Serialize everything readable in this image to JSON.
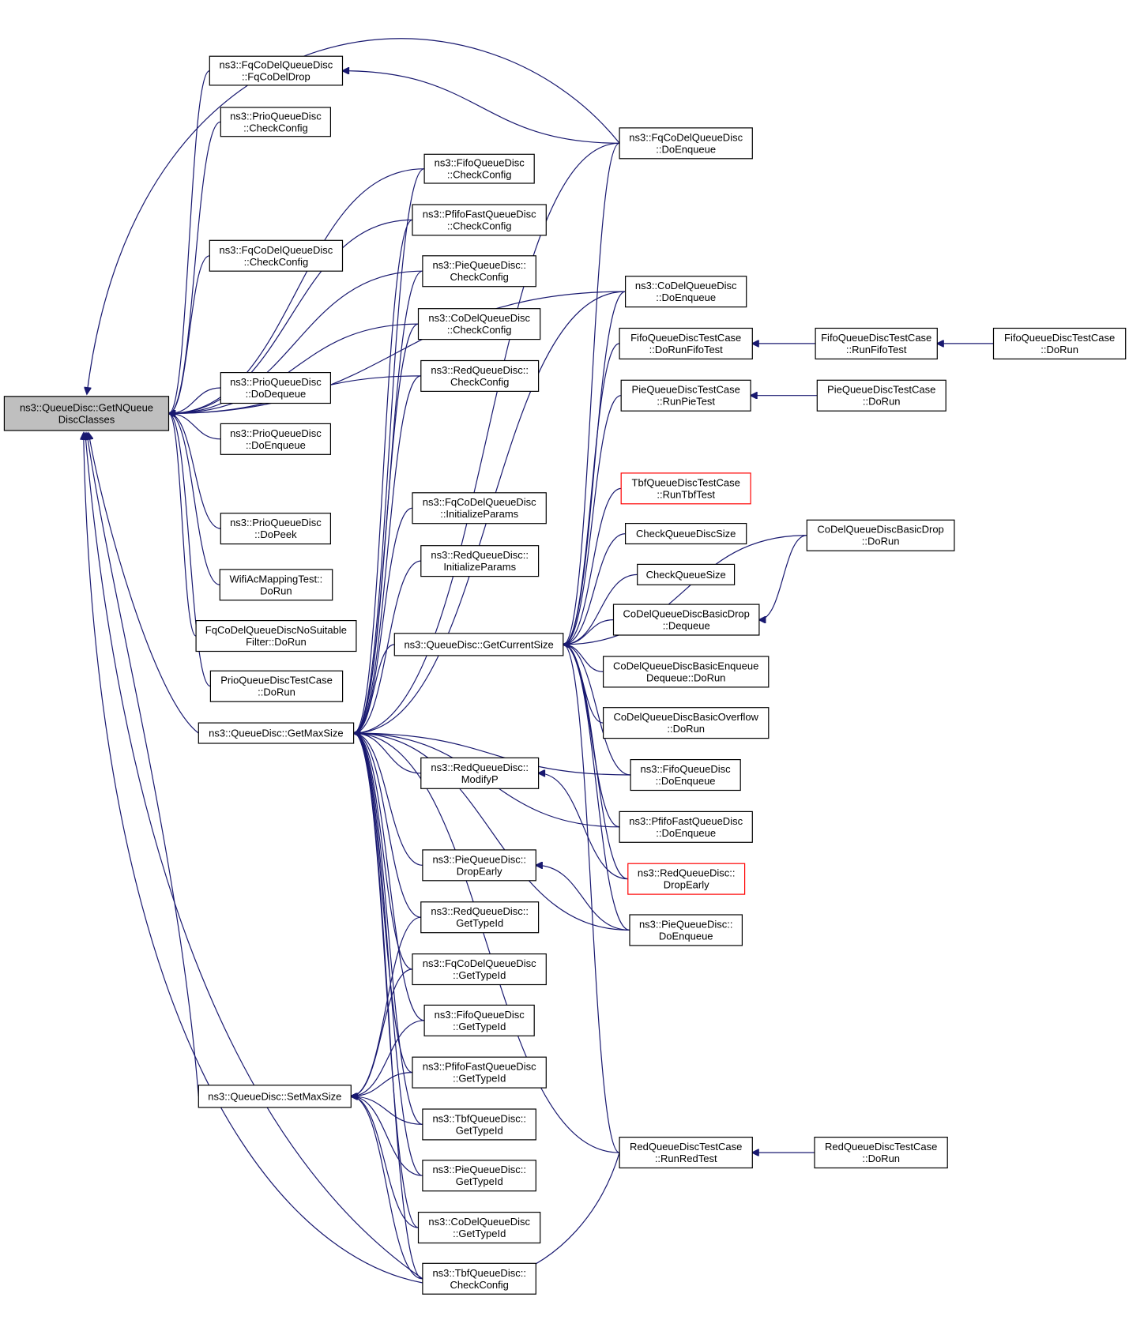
{
  "nodes": [
    {
      "id": "n0",
      "lines": [
        "ns3::QueueDisc::GetNQueue",
        "DiscClasses"
      ],
      "focus": true
    },
    {
      "id": "n1",
      "lines": [
        "ns3::FqCoDelQueueDisc",
        "::FqCoDelDrop"
      ]
    },
    {
      "id": "n2",
      "lines": [
        "ns3::PrioQueueDisc",
        "::CheckConfig"
      ]
    },
    {
      "id": "n3",
      "lines": [
        "ns3::FqCoDelQueueDisc",
        "::CheckConfig"
      ]
    },
    {
      "id": "n4",
      "lines": [
        "ns3::PrioQueueDisc",
        "::DoDequeue"
      ]
    },
    {
      "id": "n5",
      "lines": [
        "ns3::PrioQueueDisc",
        "::DoEnqueue"
      ]
    },
    {
      "id": "n6",
      "lines": [
        "ns3::PrioQueueDisc",
        "::DoPeek"
      ]
    },
    {
      "id": "n7",
      "lines": [
        "WifiAcMappingTest::",
        "DoRun"
      ]
    },
    {
      "id": "n8",
      "lines": [
        "FqCoDelQueueDiscNoSuitable",
        "Filter::DoRun"
      ]
    },
    {
      "id": "n9",
      "lines": [
        "PrioQueueDiscTestCase",
        "::DoRun"
      ]
    },
    {
      "id": "n10",
      "lines": [
        "ns3::QueueDisc::GetMaxSize"
      ]
    },
    {
      "id": "n11",
      "lines": [
        "ns3::QueueDisc::SetMaxSize"
      ]
    },
    {
      "id": "n12",
      "lines": [
        "ns3::FifoQueueDisc",
        "::CheckConfig"
      ]
    },
    {
      "id": "n13",
      "lines": [
        "ns3::PfifoFastQueueDisc",
        "::CheckConfig"
      ]
    },
    {
      "id": "n14",
      "lines": [
        "ns3::PieQueueDisc::",
        "CheckConfig"
      ]
    },
    {
      "id": "n15",
      "lines": [
        "ns3::CoDelQueueDisc",
        "::CheckConfig"
      ]
    },
    {
      "id": "n16",
      "lines": [
        "ns3::RedQueueDisc::",
        "CheckConfig"
      ]
    },
    {
      "id": "n17",
      "lines": [
        "ns3::FqCoDelQueueDisc",
        "::InitializeParams"
      ]
    },
    {
      "id": "n18",
      "lines": [
        "ns3::RedQueueDisc::",
        "InitializeParams"
      ]
    },
    {
      "id": "n19",
      "lines": [
        "ns3::QueueDisc::GetCurrentSize"
      ]
    },
    {
      "id": "n20",
      "lines": [
        "ns3::RedQueueDisc::",
        "ModifyP"
      ]
    },
    {
      "id": "n21",
      "lines": [
        "ns3::PieQueueDisc::",
        "DropEarly"
      ]
    },
    {
      "id": "n22",
      "lines": [
        "ns3::RedQueueDisc::",
        "GetTypeId"
      ]
    },
    {
      "id": "n23",
      "lines": [
        "ns3::FqCoDelQueueDisc",
        "::GetTypeId"
      ]
    },
    {
      "id": "n24",
      "lines": [
        "ns3::FifoQueueDisc",
        "::GetTypeId"
      ]
    },
    {
      "id": "n25",
      "lines": [
        "ns3::PfifoFastQueueDisc",
        "::GetTypeId"
      ]
    },
    {
      "id": "n26",
      "lines": [
        "ns3::TbfQueueDisc::",
        "GetTypeId"
      ]
    },
    {
      "id": "n27",
      "lines": [
        "ns3::PieQueueDisc::",
        "GetTypeId"
      ]
    },
    {
      "id": "n28",
      "lines": [
        "ns3::CoDelQueueDisc",
        "::GetTypeId"
      ]
    },
    {
      "id": "n29",
      "lines": [
        "ns3::TbfQueueDisc::",
        "CheckConfig"
      ]
    },
    {
      "id": "n30",
      "lines": [
        "ns3::FqCoDelQueueDisc",
        "::DoEnqueue"
      ]
    },
    {
      "id": "n31",
      "lines": [
        "ns3::CoDelQueueDisc",
        "::DoEnqueue"
      ]
    },
    {
      "id": "n32",
      "lines": [
        "FifoQueueDiscTestCase",
        "::DoRunFifoTest"
      ]
    },
    {
      "id": "n33",
      "lines": [
        "PieQueueDiscTestCase",
        "::RunPieTest"
      ]
    },
    {
      "id": "n34",
      "lines": [
        "TbfQueueDiscTestCase",
        "::RunTbfTest"
      ],
      "red": true
    },
    {
      "id": "n35",
      "lines": [
        "CheckQueueDiscSize"
      ]
    },
    {
      "id": "n36",
      "lines": [
        "CheckQueueSize"
      ]
    },
    {
      "id": "n37",
      "lines": [
        "CoDelQueueDiscBasicDrop",
        "::Dequeue"
      ]
    },
    {
      "id": "n38",
      "lines": [
        "CoDelQueueDiscBasicEnqueue",
        "Dequeue::DoRun"
      ]
    },
    {
      "id": "n39",
      "lines": [
        "CoDelQueueDiscBasicOverflow",
        "::DoRun"
      ]
    },
    {
      "id": "n40",
      "lines": [
        "ns3::FifoQueueDisc",
        "::DoEnqueue"
      ]
    },
    {
      "id": "n41",
      "lines": [
        "ns3::PfifoFastQueueDisc",
        "::DoEnqueue"
      ]
    },
    {
      "id": "n42",
      "lines": [
        "ns3::RedQueueDisc::",
        "DropEarly"
      ],
      "red": true
    },
    {
      "id": "n43",
      "lines": [
        "ns3::PieQueueDisc::",
        "DoEnqueue"
      ]
    },
    {
      "id": "n44",
      "lines": [
        "RedQueueDiscTestCase",
        "::RunRedTest"
      ]
    },
    {
      "id": "n45",
      "lines": [
        "FifoQueueDiscTestCase",
        "::RunFifoTest"
      ]
    },
    {
      "id": "n46",
      "lines": [
        "PieQueueDiscTestCase",
        "::DoRun"
      ]
    },
    {
      "id": "n47",
      "lines": [
        "CoDelQueueDiscBasicDrop",
        "::DoRun"
      ]
    },
    {
      "id": "n48",
      "lines": [
        "RedQueueDiscTestCase",
        "::DoRun"
      ]
    },
    {
      "id": "n49",
      "lines": [
        "FifoQueueDiscTestCase",
        "::DoRun"
      ]
    }
  ],
  "edges": [
    [
      "n1",
      "n0"
    ],
    [
      "n2",
      "n0"
    ],
    [
      "n3",
      "n0"
    ],
    [
      "n4",
      "n0"
    ],
    [
      "n5",
      "n0"
    ],
    [
      "n6",
      "n0"
    ],
    [
      "n7",
      "n0"
    ],
    [
      "n8",
      "n0"
    ],
    [
      "n9",
      "n0"
    ],
    [
      "n10",
      "n0"
    ],
    [
      "n11",
      "n0"
    ],
    [
      "n12",
      "n0"
    ],
    [
      "n13",
      "n0"
    ],
    [
      "n14",
      "n0"
    ],
    [
      "n15",
      "n0"
    ],
    [
      "n16",
      "n0"
    ],
    [
      "n29",
      "n0"
    ],
    [
      "n30",
      "n0"
    ],
    [
      "n44",
      "n0"
    ],
    [
      "n31",
      "n0"
    ],
    [
      "n30",
      "n1"
    ],
    [
      "n12",
      "n10"
    ],
    [
      "n13",
      "n10"
    ],
    [
      "n14",
      "n10"
    ],
    [
      "n15",
      "n10"
    ],
    [
      "n16",
      "n10"
    ],
    [
      "n17",
      "n10"
    ],
    [
      "n18",
      "n10"
    ],
    [
      "n19",
      "n10"
    ],
    [
      "n20",
      "n10"
    ],
    [
      "n21",
      "n10"
    ],
    [
      "n22",
      "n10"
    ],
    [
      "n23",
      "n10"
    ],
    [
      "n24",
      "n10"
    ],
    [
      "n25",
      "n10"
    ],
    [
      "n26",
      "n10"
    ],
    [
      "n27",
      "n10"
    ],
    [
      "n28",
      "n10"
    ],
    [
      "n29",
      "n10"
    ],
    [
      "n30",
      "n10"
    ],
    [
      "n31",
      "n10"
    ],
    [
      "n40",
      "n10"
    ],
    [
      "n41",
      "n10"
    ],
    [
      "n43",
      "n10"
    ],
    [
      "n44",
      "n10"
    ],
    [
      "n22",
      "n11"
    ],
    [
      "n23",
      "n11"
    ],
    [
      "n24",
      "n11"
    ],
    [
      "n25",
      "n11"
    ],
    [
      "n26",
      "n11"
    ],
    [
      "n27",
      "n11"
    ],
    [
      "n28",
      "n11"
    ],
    [
      "n29",
      "n11"
    ],
    [
      "n30",
      "n19"
    ],
    [
      "n31",
      "n19"
    ],
    [
      "n32",
      "n19"
    ],
    [
      "n33",
      "n19"
    ],
    [
      "n34",
      "n19"
    ],
    [
      "n35",
      "n19"
    ],
    [
      "n36",
      "n19"
    ],
    [
      "n37",
      "n19"
    ],
    [
      "n38",
      "n19"
    ],
    [
      "n39",
      "n19"
    ],
    [
      "n40",
      "n19"
    ],
    [
      "n41",
      "n19"
    ],
    [
      "n42",
      "n19"
    ],
    [
      "n43",
      "n19"
    ],
    [
      "n44",
      "n19"
    ],
    [
      "n47",
      "n19"
    ],
    [
      "n42",
      "n20"
    ],
    [
      "n43",
      "n21"
    ],
    [
      "n45",
      "n32"
    ],
    [
      "n49",
      "n45"
    ],
    [
      "n46",
      "n33"
    ],
    [
      "n47",
      "n37"
    ],
    [
      "n48",
      "n44"
    ]
  ]
}
